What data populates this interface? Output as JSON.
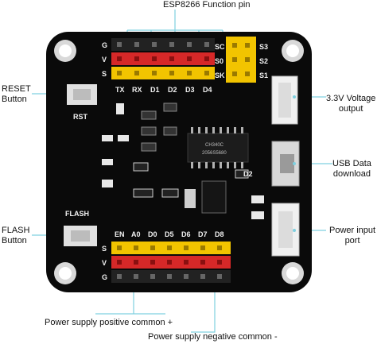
{
  "labels": {
    "top_function_pin": "ESP8266 Function pin",
    "reset": "RESET\nButton",
    "flash": "FLASH\nButton",
    "voltage_output": "3.3V Voltage\noutput",
    "usb": "USB Data\ndownload",
    "power_input": "Power input\nport",
    "power_positive": "Power supply positive common  +",
    "power_negative": "Power supply negative common  -"
  },
  "silkscreen": {
    "top_rows": [
      "G",
      "V",
      "S"
    ],
    "top_pins": [
      "TX",
      "RX",
      "D1",
      "D2",
      "D3",
      "D4"
    ],
    "sd_pins_top": [
      "SC",
      "S0",
      "SK"
    ],
    "sd_pins_right": [
      "S3",
      "S2",
      "S1"
    ],
    "bottom_pins": [
      "EN",
      "A0",
      "D0",
      "D5",
      "D6",
      "D7",
      "D8"
    ],
    "bottom_rows": [
      "S",
      "V",
      "G"
    ],
    "rst": "RST",
    "flash": "FLASH",
    "chip": "CH340C",
    "chip_code": "2056S5680",
    "d2": "D2"
  },
  "colors": {
    "pcb": "#0a0a0a",
    "pin_black": "#222222",
    "pin_red": "#d62828",
    "pin_yellow": "#f2c400",
    "connector": "#f0f0f0",
    "callout_line": "#7fd0e0"
  }
}
